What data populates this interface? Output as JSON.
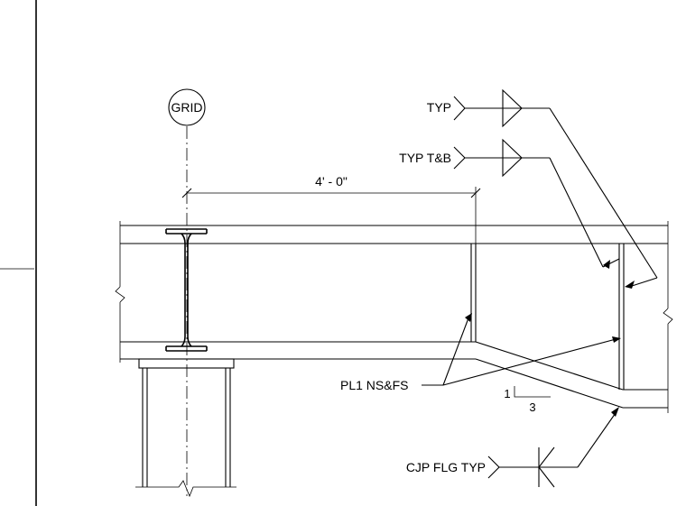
{
  "labels": {
    "grid": "GRID",
    "dimension": "4' - 0\"",
    "weld_typ": "TYP",
    "weld_typ_tb": "TYP T&B",
    "plate": "PL1 NS&FS",
    "slope_rise": "1",
    "slope_run": "3",
    "cjp": "CJP FLG TYP"
  }
}
